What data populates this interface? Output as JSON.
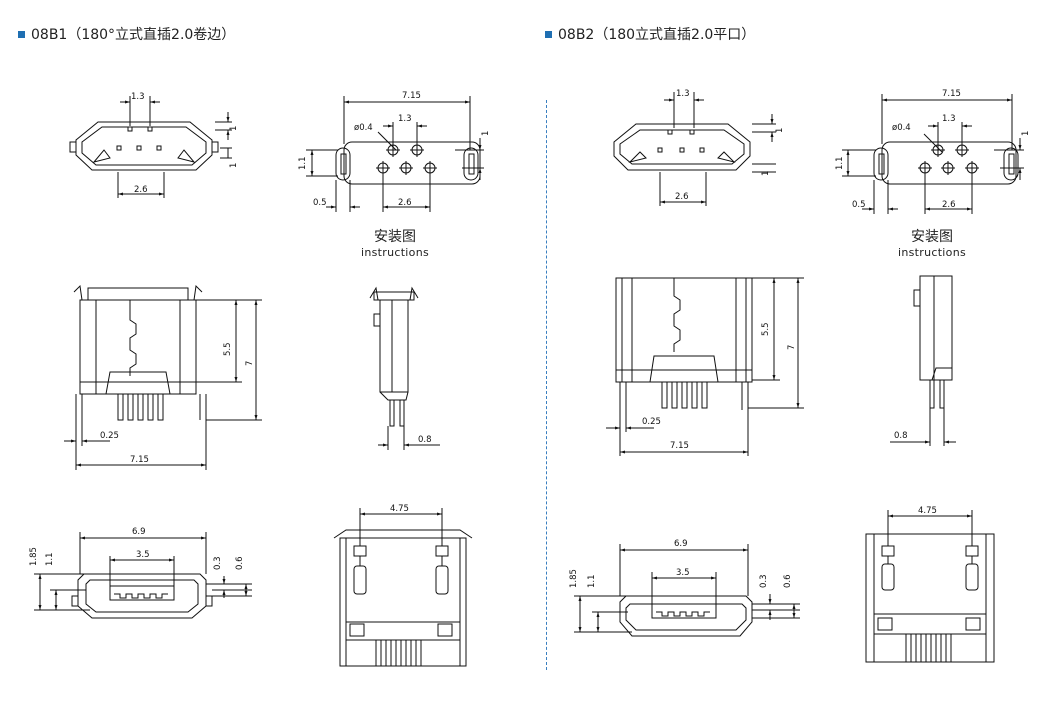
{
  "left": {
    "title": "08B1（180°立式直插2.0卷边）",
    "caption_zh": "安装图",
    "caption_en": "instructions",
    "dims": {
      "a": "1.3",
      "b": "1",
      "c": "1",
      "d": "2.6",
      "e": "7.15",
      "f": "ø0.4",
      "g": "1.3",
      "h": "1",
      "i": "1.1",
      "j": "0.5",
      "k": "2.6",
      "l": "5.5",
      "m": "7",
      "n": "0.25",
      "o": "7.15",
      "p": "0.8",
      "q": "6.9",
      "r": "3.5",
      "s": "1.85",
      "t": "1.1",
      "u": "0.3",
      "v": "0.6",
      "w": "4.75"
    }
  },
  "right": {
    "title": "08B2（180立式直插2.0平口）",
    "caption_zh": "安装图",
    "caption_en": "instructions",
    "dims": {
      "a": "1.3",
      "b": "1",
      "c": "1",
      "d": "2.6",
      "e": "7.15",
      "f": "ø0.4",
      "g": "1.3",
      "h": "1",
      "i": "1.1",
      "j": "0.5",
      "k": "2.6",
      "l": "5.5",
      "m": "7",
      "n": "0.25",
      "o": "7.15",
      "p": "0.8",
      "q": "6.9",
      "r": "3.5",
      "s": "1.85",
      "t": "1.1",
      "u": "0.3",
      "v": "0.6",
      "w": "4.75"
    }
  },
  "colors": {
    "accent": "#1f6fb2",
    "divider": "#3a7fc0"
  }
}
